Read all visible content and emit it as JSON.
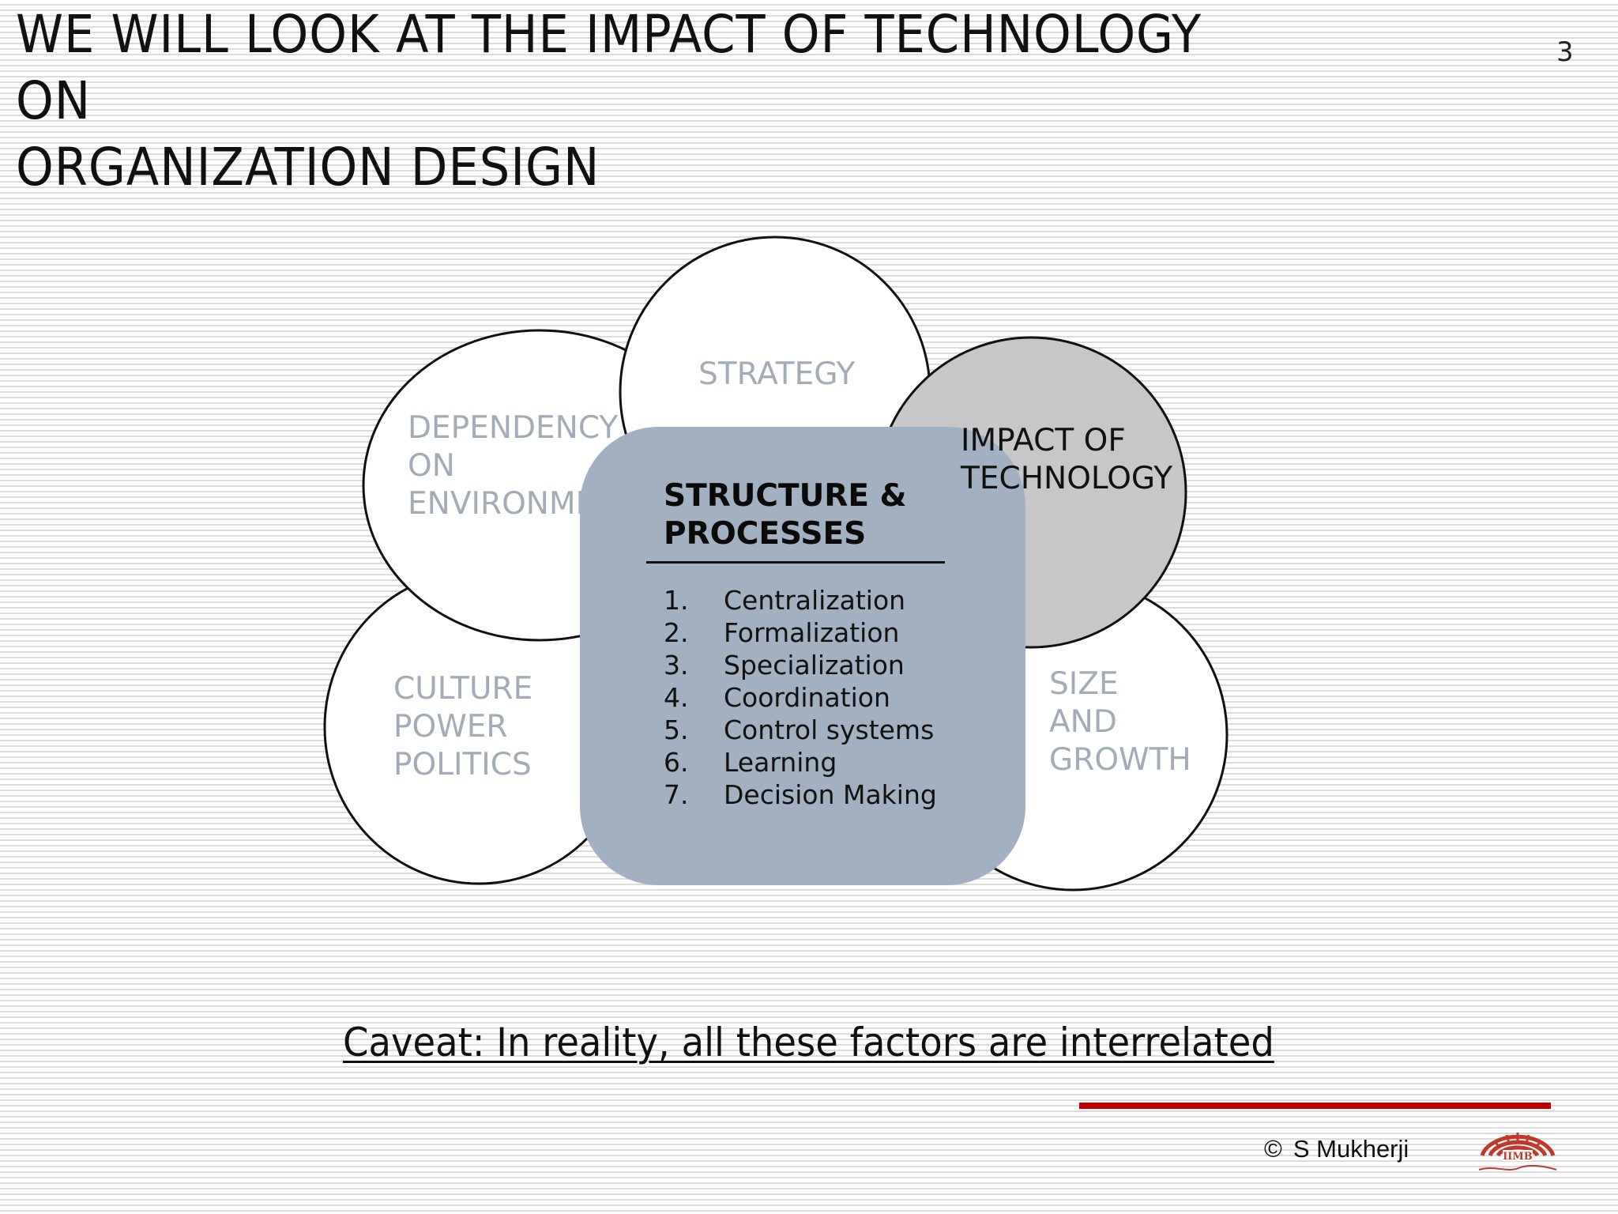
{
  "slide": {
    "title_line1": "WE WILL LOOK AT THE IMPACT OF TECHNOLOGY ON",
    "title_line2": "ORGANIZATION DESIGN",
    "page_number": "3"
  },
  "diagram": {
    "strategy": "STRATEGY",
    "dependency": [
      "DEPENDENCY",
      "ON",
      "ENVIRONME"
    ],
    "impact": [
      "IMPACT OF",
      "TECHNOLOGY"
    ],
    "culture": [
      "CULTURE",
      "POWER",
      "POLITICS"
    ],
    "size": [
      "SIZE",
      "AND",
      "GROWTH"
    ],
    "structure_title": [
      "STRUCTURE &",
      "PROCESSES"
    ],
    "factors": [
      {
        "num": "1.",
        "label": "Centralization"
      },
      {
        "num": "2.",
        "label": "Formalization"
      },
      {
        "num": "3.",
        "label": "Specialization"
      },
      {
        "num": "4.",
        "label": "Coordination"
      },
      {
        "num": "5.",
        "label": "Control systems"
      },
      {
        "num": "6.",
        "label": "Learning"
      },
      {
        "num": "7.",
        "label": "Decision Making"
      }
    ]
  },
  "caveat": "Caveat: In reality, all these factors are interrelated",
  "footer": {
    "copyright_symbol": "©",
    "author": "S Mukherji",
    "logo_text": "IIMB",
    "accent_color": "#c00000"
  }
}
